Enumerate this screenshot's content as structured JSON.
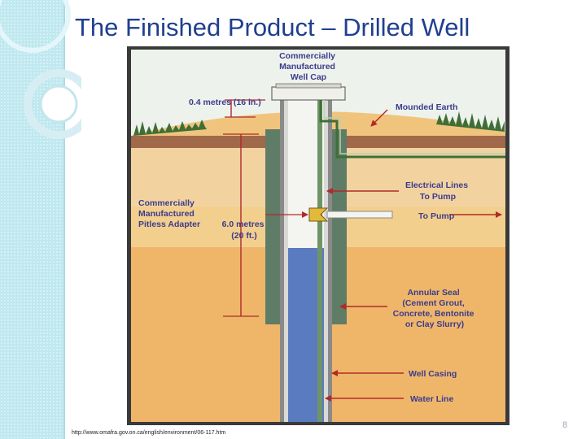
{
  "slide": {
    "title": "The Finished Product – Drilled Well",
    "source": "http://www.omafra.gov.on.ca/english/environment/06-117.htm",
    "page_number": "8"
  },
  "diagram": {
    "labels": {
      "well_cap": [
        "Commercially",
        "Manufactured",
        "Well Cap"
      ],
      "cap_height": "0.4 metres (16 in.)",
      "mounded_earth": "Mounded Earth",
      "electrical_lines": [
        "Electrical Lines",
        "To Pump"
      ],
      "pitless_adapter": [
        "Commercially",
        "Manufactured",
        "Pitless Adapter"
      ],
      "depth": [
        "6.0 metres",
        "(20 ft.)"
      ],
      "to_pump": "To Pump",
      "annular_seal": [
        "Annular Seal",
        "(Cement Grout,",
        "Concrete, Bentonite",
        "or Clay Slurry)"
      ],
      "well_casing": "Well Casing",
      "water_line": "Water Line"
    },
    "colors": {
      "frame": "#3a3a3a",
      "sky": "#eef2ec",
      "soil": "#f0c47c",
      "topsoil": "#a0694a",
      "seal": "#5f7c66",
      "casing": "#f4f4f0",
      "water": "#5b7bc1",
      "grass": "#3f6e37",
      "arrow": "#b02a2a",
      "label": "#3b3c8c"
    }
  }
}
